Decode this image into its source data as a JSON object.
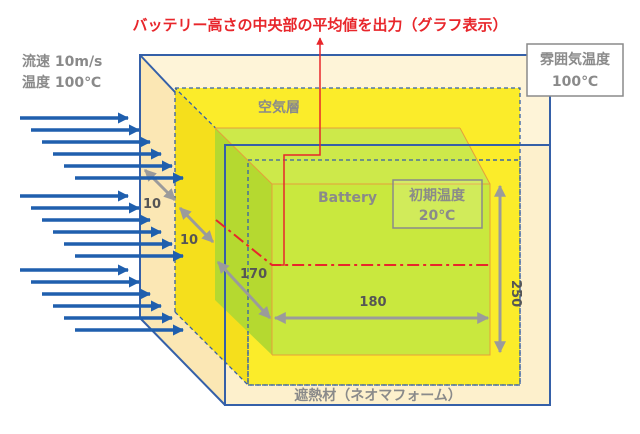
{
  "title": "バッテリー高さの中央部の平均値を出力（グラフ表示）",
  "inlet": {
    "velocity": "流速 10m/s",
    "temperature": "温度 100℃"
  },
  "ambient": {
    "line1": "雰囲気温度",
    "line2": "100℃"
  },
  "air_layer_label": "空気層",
  "battery": {
    "label": "Battery",
    "initial_temp_line1": "初期温度",
    "initial_temp_line2": "20℃"
  },
  "insulation_label": "遮熱材（ネオマフォーム）",
  "dimensions": {
    "gap1": "10",
    "gap2": "10",
    "depth": "170",
    "width": "180",
    "height": "250"
  },
  "colors": {
    "title": "#e8262b",
    "arrow": "#1f5fae",
    "insulation": "#fdf0cc",
    "air_layer": "#fbec2a",
    "battery": "#c5e63a",
    "edge_blue": "#3560a8",
    "dim_gray": "#9b9b9b",
    "label_gray": "#8a8a8a"
  }
}
